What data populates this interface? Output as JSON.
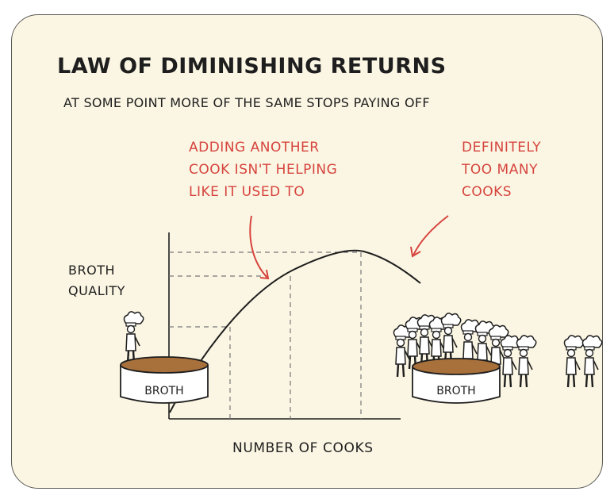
{
  "title": "LAW OF DIMINISHING RETURNS",
  "subtitle": "AT SOME POINT MORE OF THE SAME STOPS PAYING OFF",
  "annotation_left": "ADDING ANOTHER\nCOOK ISN'T HELPING\nLIKE IT USED TO",
  "annotation_right": "DEFINITELY\nTOO MANY\nCOOKS",
  "y_axis_label": "BROTH\nQUALITY",
  "x_axis_label": "NUMBER OF COOKS",
  "pot_left_label": "BROTH",
  "pot_right_label": "BROTH",
  "colors": {
    "annotation": "#d6443e",
    "ink": "#1e1e1e",
    "paper": "#fbf6e3",
    "broth": "#a8703a"
  },
  "icons": [
    "chef-icon",
    "pot-icon",
    "arrow-icon"
  ]
}
